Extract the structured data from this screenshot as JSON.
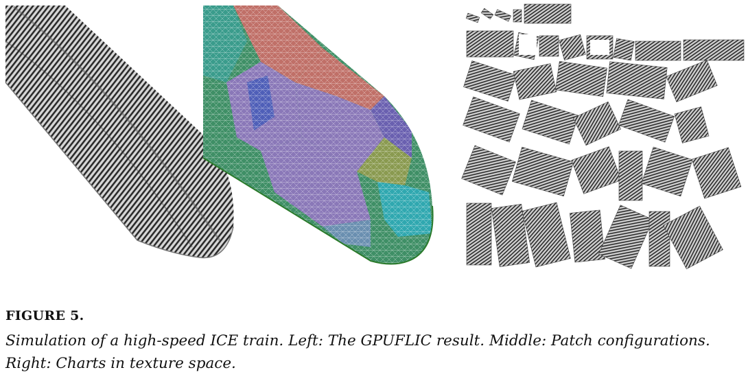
{
  "figure": {
    "label": "FIGURE 5.",
    "caption_line1": "Simulation of a high-speed ICE train. Left: The GPUFLIC result. Middle: Patch configurations.",
    "caption_line2": "Right: Charts in texture space."
  },
  "colors": {
    "lic_dark": "#222222",
    "lic_light": "#d8d8d8",
    "patch_green": "#3f8f66",
    "patch_teal": "#3a9c8c",
    "patch_purple": "#8a78b8",
    "patch_salmon": "#c07068",
    "patch_blue": "#4f5fb8",
    "patch_olive": "#8a9a50",
    "patch_cyan": "#30a8b0"
  }
}
